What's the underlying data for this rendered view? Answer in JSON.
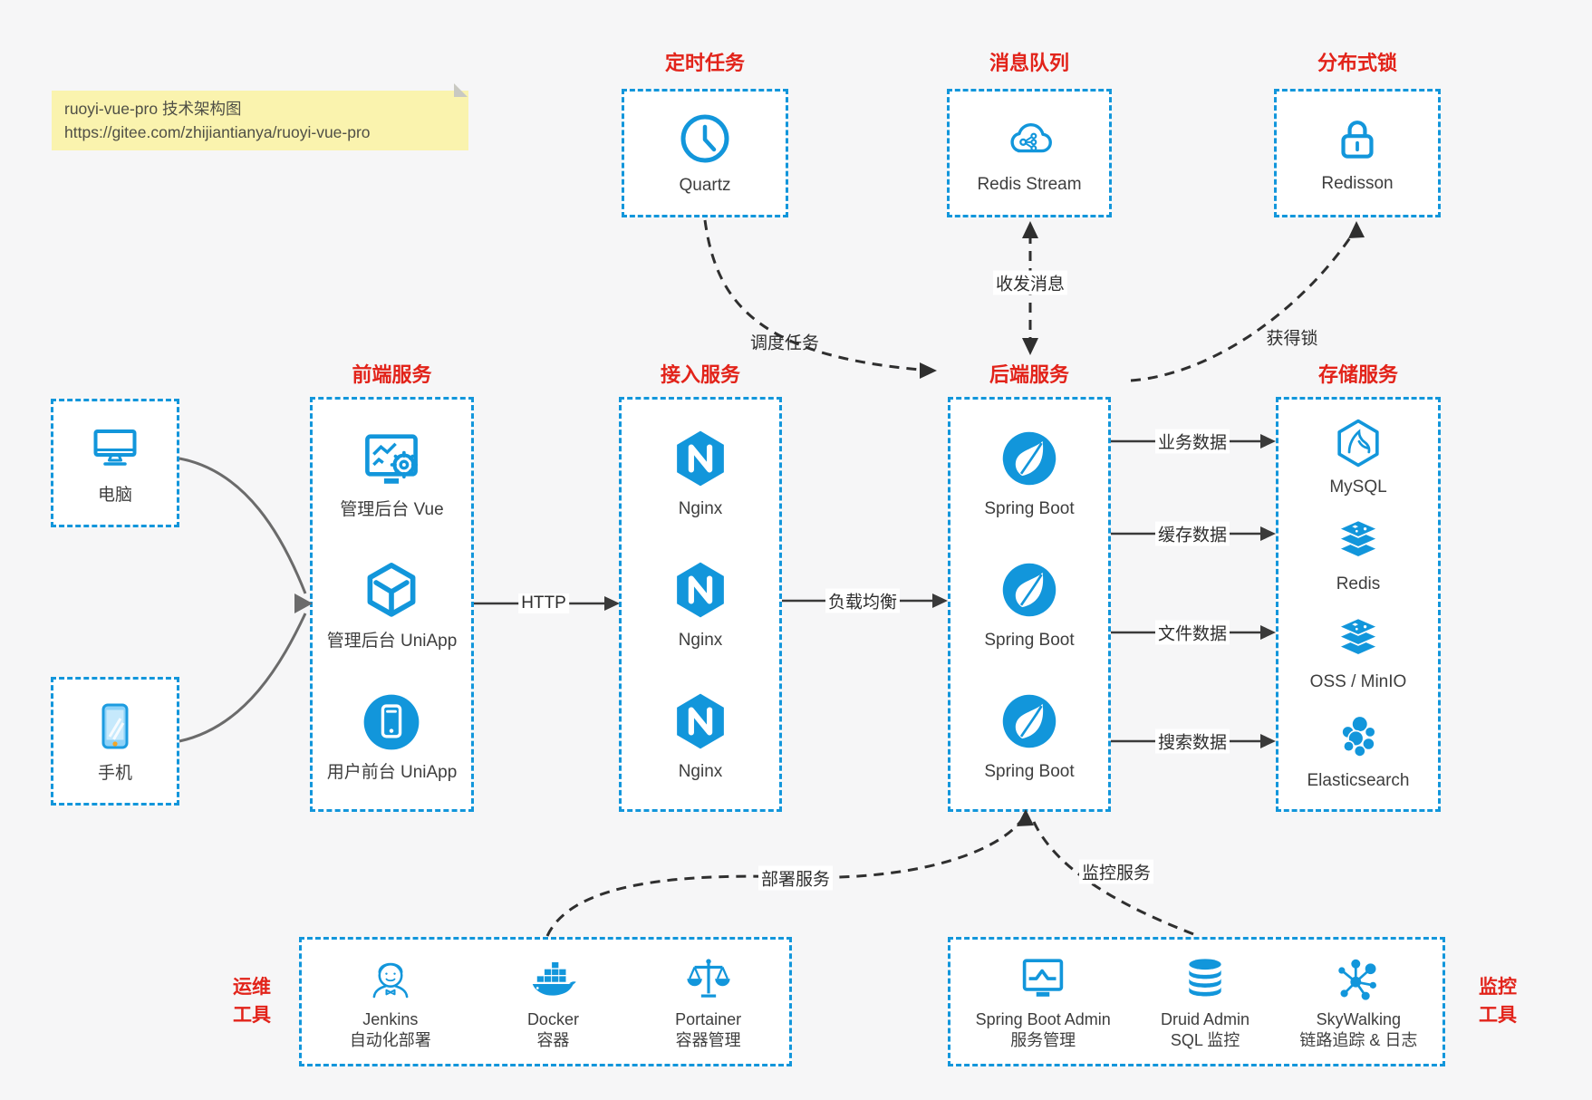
{
  "colors": {
    "accent_blue": "#1296db",
    "title_red": "#e2231a",
    "note_bg": "#faf3ae",
    "arrow_dark": "#3a3a3a",
    "arrow_gray": "#6b6b6b"
  },
  "note": {
    "line1": "ruoyi-vue-pro 技术架构图",
    "line2": "https://gitee.com/zhijiantianya/ruoyi-vue-pro"
  },
  "top_groups": [
    {
      "title": "定时任务",
      "item_label": "Quartz",
      "icon": "clock-icon"
    },
    {
      "title": "消息队列",
      "item_label": "Redis Stream",
      "icon": "cloud-stream-icon"
    },
    {
      "title": "分布式锁",
      "item_label": "Redisson",
      "icon": "lock-icon"
    }
  ],
  "clients": [
    {
      "label": "电脑",
      "icon": "desktop-icon"
    },
    {
      "label": "手机",
      "icon": "mobile-icon"
    }
  ],
  "columns": [
    {
      "title": "前端服务",
      "items": [
        {
          "label": "管理后台 Vue",
          "icon": "admin-vue-icon"
        },
        {
          "label": "管理后台 UniApp",
          "icon": "cube-icon"
        },
        {
          "label": "用户前台 UniApp",
          "icon": "app-circle-icon"
        }
      ]
    },
    {
      "title": "接入服务",
      "items": [
        {
          "label": "Nginx",
          "icon": "nginx-icon"
        },
        {
          "label": "Nginx",
          "icon": "nginx-icon"
        },
        {
          "label": "Nginx",
          "icon": "nginx-icon"
        }
      ]
    },
    {
      "title": "后端服务",
      "items": [
        {
          "label": "Spring Boot",
          "icon": "spring-icon"
        },
        {
          "label": "Spring Boot",
          "icon": "spring-icon"
        },
        {
          "label": "Spring Boot",
          "icon": "spring-icon"
        }
      ]
    },
    {
      "title": "存储服务",
      "items": [
        {
          "label": "MySQL",
          "icon": "mysql-icon"
        },
        {
          "label": "Redis",
          "icon": "layers-icon"
        },
        {
          "label": "OSS / MinIO",
          "icon": "layers-icon"
        },
        {
          "label": "Elasticsearch",
          "icon": "elasticsearch-icon"
        }
      ]
    }
  ],
  "bottom_groups": [
    {
      "side_label": [
        "运维",
        "工具"
      ],
      "items": [
        {
          "label": "Jenkins",
          "sublabel": "自动化部署",
          "icon": "jenkins-icon"
        },
        {
          "label": "Docker",
          "sublabel": "容器",
          "icon": "docker-icon"
        },
        {
          "label": "Portainer",
          "sublabel": "容器管理",
          "icon": "portainer-icon"
        }
      ]
    },
    {
      "side_label": [
        "监控",
        "工具"
      ],
      "items": [
        {
          "label": "Spring Boot Admin",
          "sublabel": "服务管理",
          "icon": "sba-icon"
        },
        {
          "label": "Druid Admin",
          "sublabel": "SQL 监控",
          "icon": "druid-icon"
        },
        {
          "label": "SkyWalking",
          "sublabel": "链路追踪 & 日志",
          "icon": "skywalking-icon"
        }
      ]
    }
  ],
  "edges": {
    "http": "HTTP",
    "load_balance": "负载均衡",
    "business_data": "业务数据",
    "cache_data": "缓存数据",
    "file_data": "文件数据",
    "search_data": "搜索数据",
    "schedule_task": "调度任务",
    "send_receive_message": "收发消息",
    "acquire_lock": "获得锁",
    "deploy_service": "部署服务",
    "monitor_service": "监控服务"
  }
}
